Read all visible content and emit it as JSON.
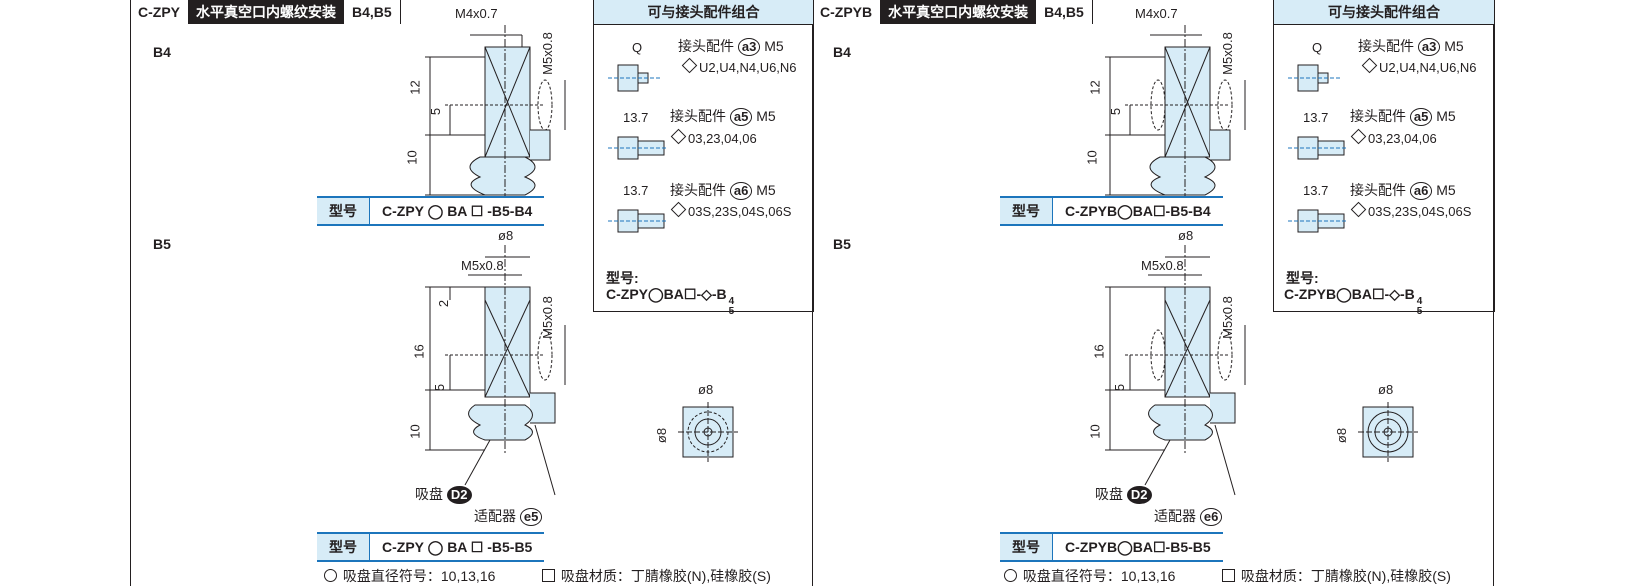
{
  "left": {
    "header": {
      "code": "C-ZPY",
      "title": "水平真空口内螺纹安装",
      "sizes": "B4,B5"
    },
    "b4": {
      "label": "B4",
      "dims": {
        "top": "M4x0.7",
        "side": "M5x0.8",
        "h12": "12",
        "h5": "5",
        "h10": "10"
      },
      "model_key": "型号",
      "model_value": "C-ZPY ◯ BA ☐ -B5-B4"
    },
    "b5": {
      "label": "B5",
      "dims": {
        "dia": "ø8",
        "top": "M5x0.8",
        "side": "M5x0.8",
        "h2": "2",
        "h16": "16",
        "h5": "5",
        "h10": "10"
      },
      "pad_label": "吸盘",
      "pad_code": "D2",
      "adapter_label": "适配器",
      "adapter_code": "e5",
      "model_key": "型号",
      "model_value": "C-ZPY ◯ BA ☐ -B5-B5",
      "top_view": {
        "w": "ø8",
        "h": "ø8"
      }
    },
    "fittings": {
      "title": "可与接头配件组合",
      "items": [
        {
          "dim": "Q",
          "label": "接头配件",
          "code": "a3",
          "thread": "M5",
          "options": "U2,U4,N4,U6,N6"
        },
        {
          "dim": "13.7",
          "label": "接头配件",
          "code": "a5",
          "thread": "M5",
          "options": "03,23,04,06"
        },
        {
          "dim": "13.7",
          "label": "接头配件",
          "code": "a6",
          "thread": "M5",
          "options": "03S,23S,04S,06S"
        }
      ],
      "model_title": "型号:",
      "model_line": "C-ZPY◯BA☐-◇-B",
      "suffix_top": "4",
      "suffix_bottom": "5"
    },
    "footer": {
      "dia_note": "吸盘直径符号：10,13,16",
      "mat_note": "吸盘材质：丁腈橡胶(N),硅橡胶(S)"
    }
  },
  "right": {
    "header": {
      "code": "C-ZPYB",
      "title": "水平真空口内螺纹安装",
      "sizes": "B4,B5"
    },
    "b4": {
      "label": "B4",
      "dims": {
        "top": "M4x0.7",
        "side": "M5x0.8",
        "h12": "12",
        "h5": "5",
        "h10": "10"
      },
      "model_key": "型号",
      "model_value": "C-ZPYB◯BA☐-B5-B4"
    },
    "b5": {
      "label": "B5",
      "dims": {
        "dia": "ø8",
        "top": "M5x0.8",
        "side": "M5x0.8",
        "h16": "16",
        "h5": "5",
        "h10": "10"
      },
      "pad_label": "吸盘",
      "pad_code": "D2",
      "adapter_label": "适配器",
      "adapter_code": "e6",
      "model_key": "型号",
      "model_value": "C-ZPYB◯BA☐-B5-B5",
      "top_view": {
        "w": "ø8",
        "h": "ø8"
      }
    },
    "fittings": {
      "title": "可与接头配件组合",
      "items": [
        {
          "dim": "Q",
          "label": "接头配件",
          "code": "a3",
          "thread": "M5",
          "options": "U2,U4,N4,U6,N6"
        },
        {
          "dim": "13.7",
          "label": "接头配件",
          "code": "a5",
          "thread": "M5",
          "options": "03,23,04,06"
        },
        {
          "dim": "13.7",
          "label": "接头配件",
          "code": "a6",
          "thread": "M5",
          "options": "03S,23S,04S,06S"
        }
      ],
      "model_title": "型号:",
      "model_line": "C-ZPYB◯BA☐-◇-B",
      "suffix_top": "4",
      "suffix_bottom": "5"
    },
    "footer": {
      "dia_note": "吸盘直径符号：10,13,16",
      "mat_note": "吸盘材质：丁腈橡胶(N),硅橡胶(S)"
    }
  },
  "colors": {
    "accent": "#1c75bc",
    "fill": "#d7ecf7",
    "ink": "#231f20"
  }
}
